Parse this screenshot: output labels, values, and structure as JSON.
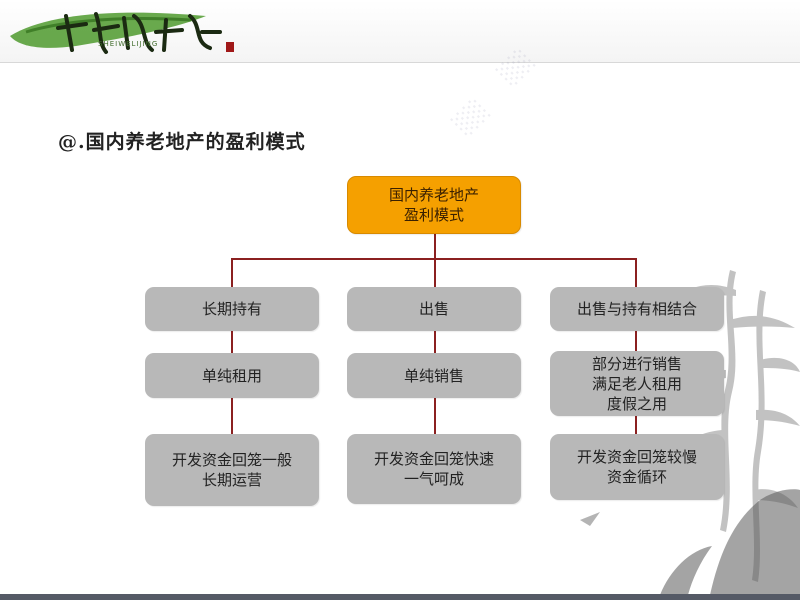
{
  "logo": {
    "sub_text": "SHEIWELIJING"
  },
  "slide": {
    "title": "@.国内养老地产的盈利模式"
  },
  "diagram": {
    "root": "国内养老地产\n盈利模式",
    "branches": [
      {
        "level1": "长期持有",
        "level2": "单纯租用",
        "level3": "开发资金回笼一般\n长期运营"
      },
      {
        "level1": "出售",
        "level2": "单纯销售",
        "level3": "开发资金回笼快速\n一气呵成"
      },
      {
        "level1": "出售与持有相结合",
        "level2": "部分进行销售\n满足老人租用\n度假之用",
        "level3": "开发资金回笼较慢\n资金循环"
      }
    ],
    "colors": {
      "root_fill": "#f5a000",
      "node_fill": "#b8b8b8",
      "connector": "#8b2020"
    }
  }
}
